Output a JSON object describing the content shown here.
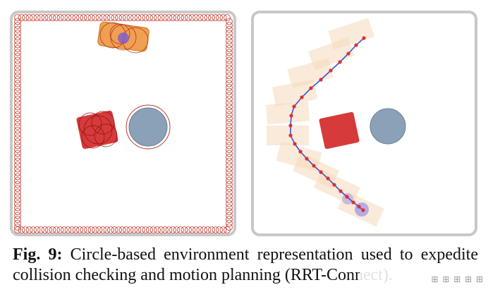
{
  "caption": {
    "label": "Fig. 9:",
    "line1": "Circle-based environment representation used to expedite",
    "line2": "collision checking and motion planning (RRT-Connect)."
  },
  "watermark": {
    "text": "⊞ ⊞ ⊞ ⊞ ⊞"
  },
  "colors": {
    "frame": "#c8c8c8",
    "wall_circles": "#c0392b",
    "red_box": "#d63a3a",
    "blue_disc": "#8aa1b8",
    "orange_robot": "#f0a050",
    "path": "#3b52d9",
    "path_nodes": "#e03030",
    "ghost_robot": "#f6d9bb"
  }
}
